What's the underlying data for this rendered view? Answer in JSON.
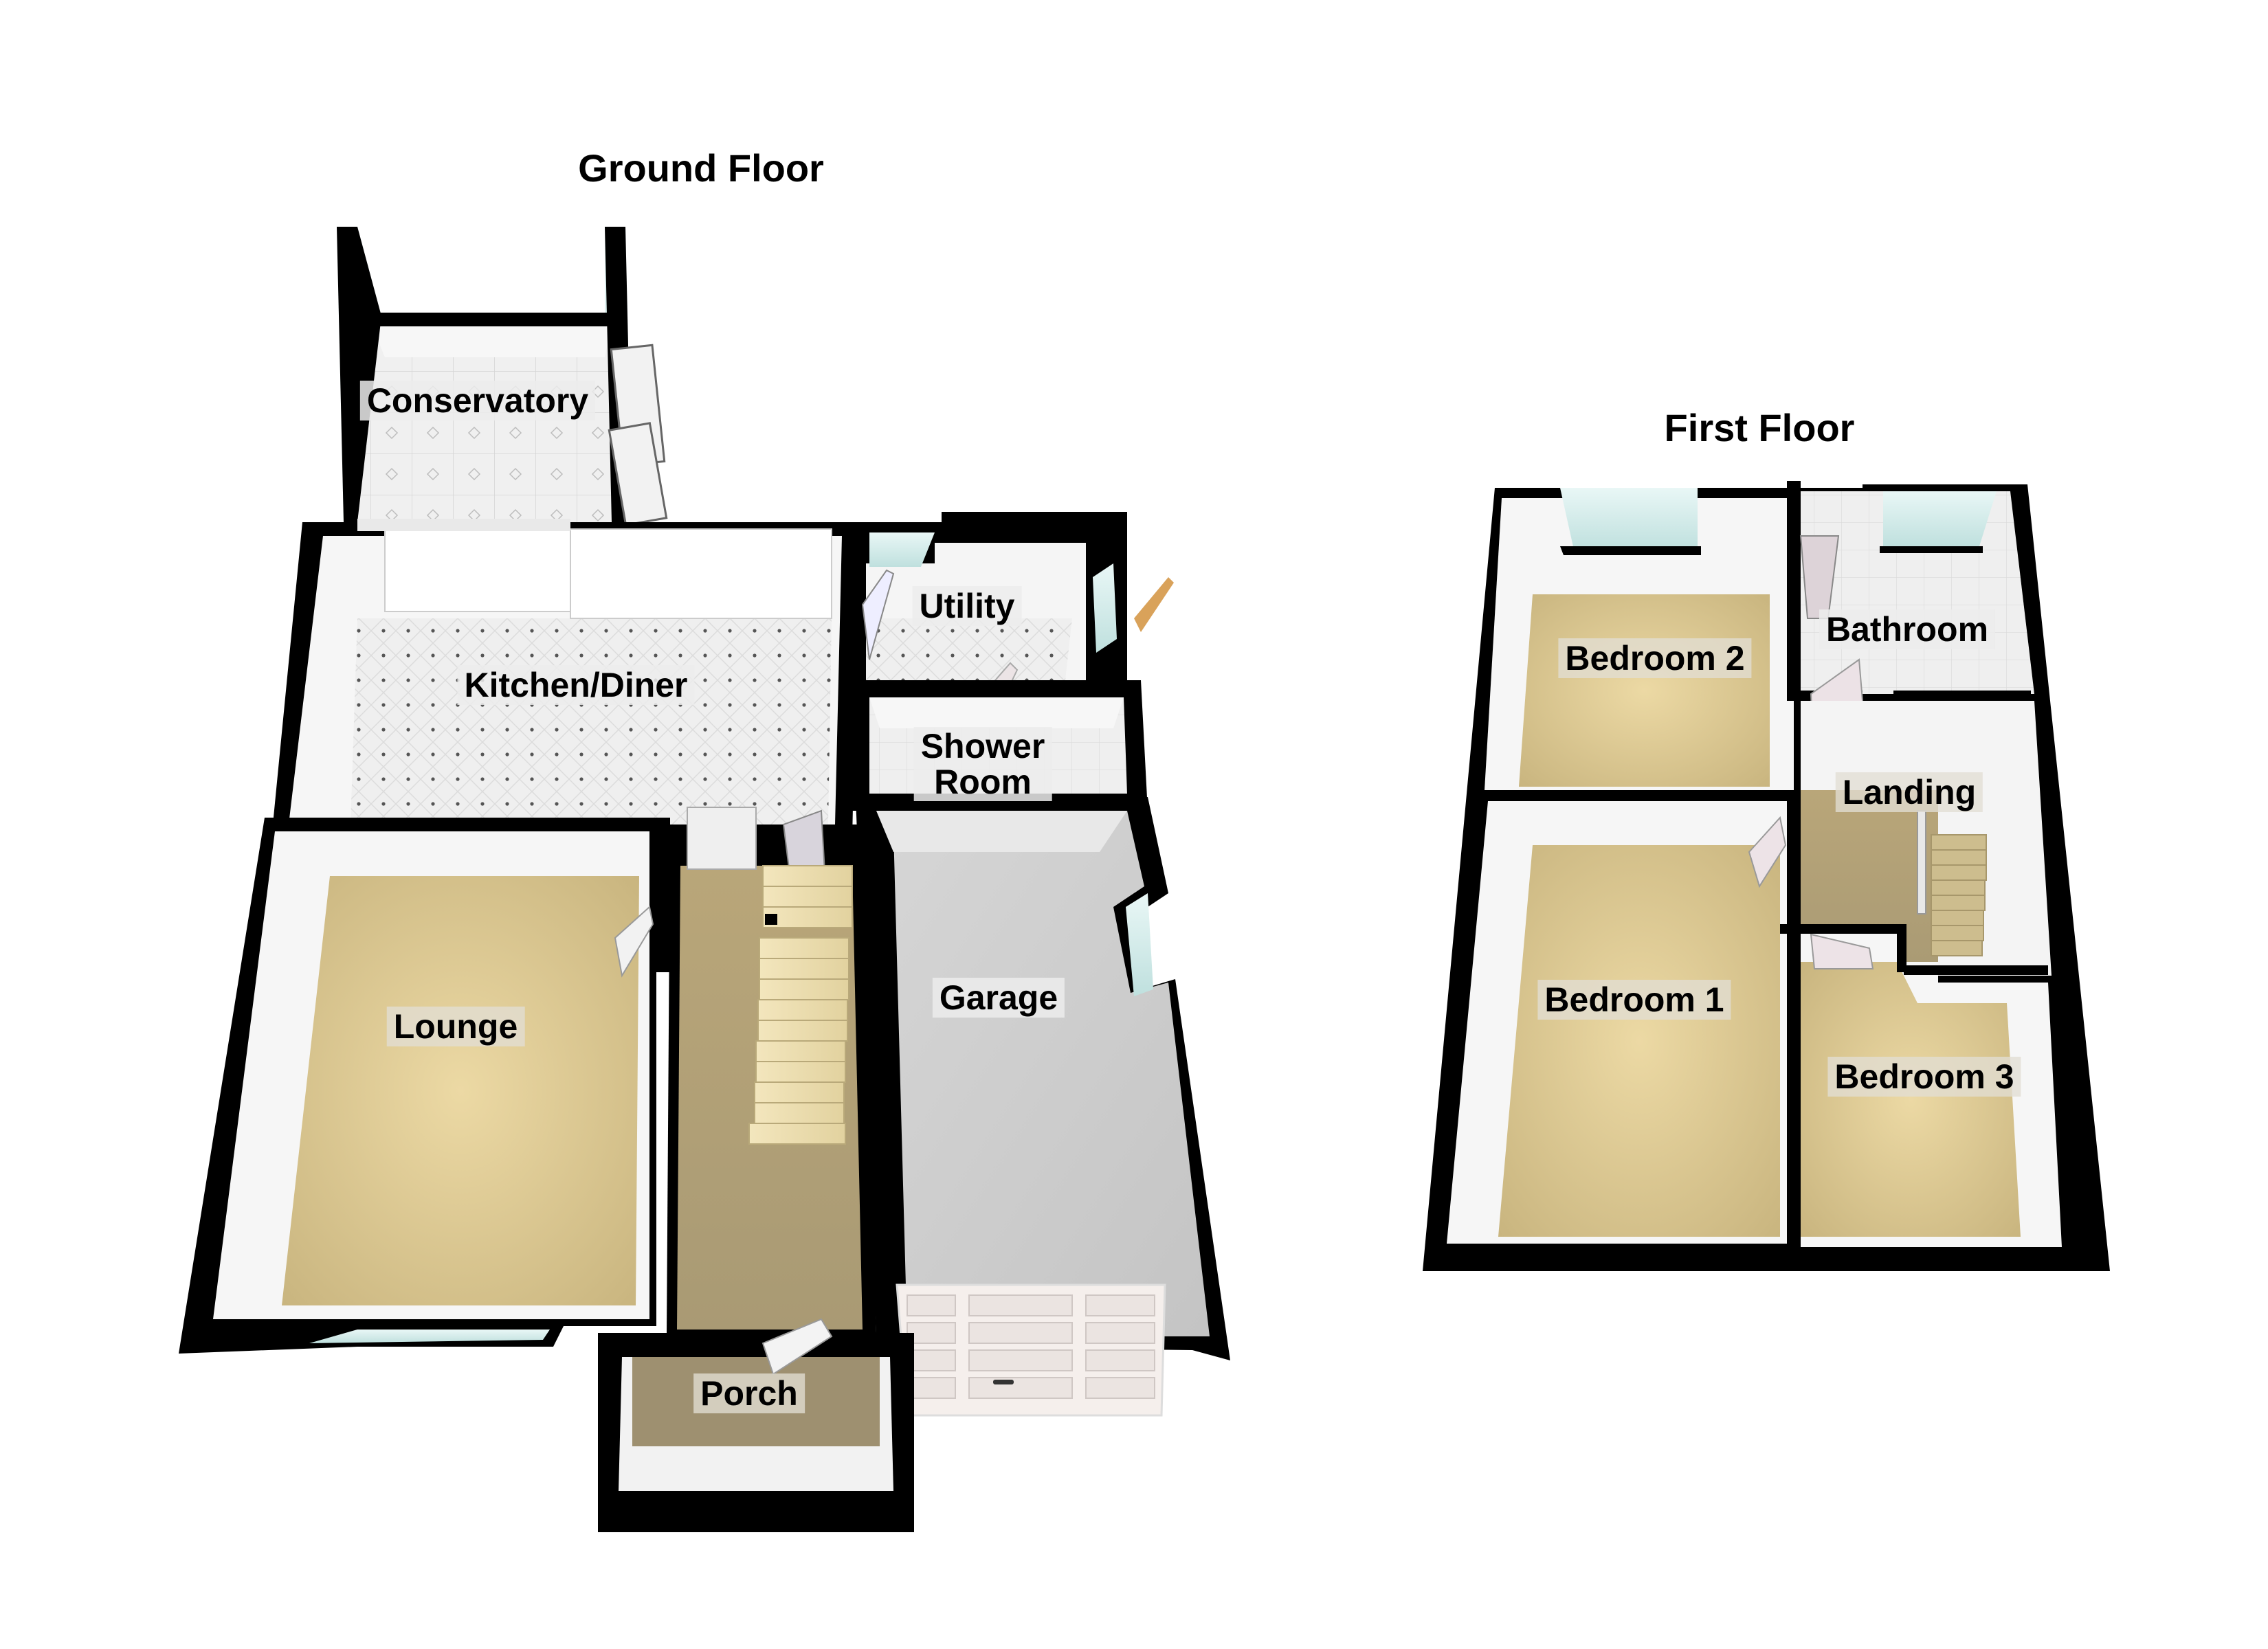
{
  "ground_floor": {
    "title": "Ground Floor",
    "rooms": {
      "conservatory": "Conservatory",
      "kitchen_diner": "Kitchen/Diner",
      "utility": "Utility",
      "shower_room_line1": "Shower",
      "shower_room_line2": "Room",
      "lounge": "Lounge",
      "garage": "Garage",
      "porch": "Porch"
    }
  },
  "first_floor": {
    "title": "First Floor",
    "rooms": {
      "bedroom_2": "Bedroom 2",
      "bathroom": "Bathroom",
      "landing": "Landing",
      "bedroom_1": "Bedroom 1",
      "bedroom_3": "Bedroom 3"
    }
  },
  "colors": {
    "wall": "#000000",
    "carpet": "#d8c490",
    "tile": "#eeeeee",
    "garage_floor": "#c9c9c9",
    "glass": "#cfe9e8",
    "inner_wall": "#f4f4f4"
  }
}
